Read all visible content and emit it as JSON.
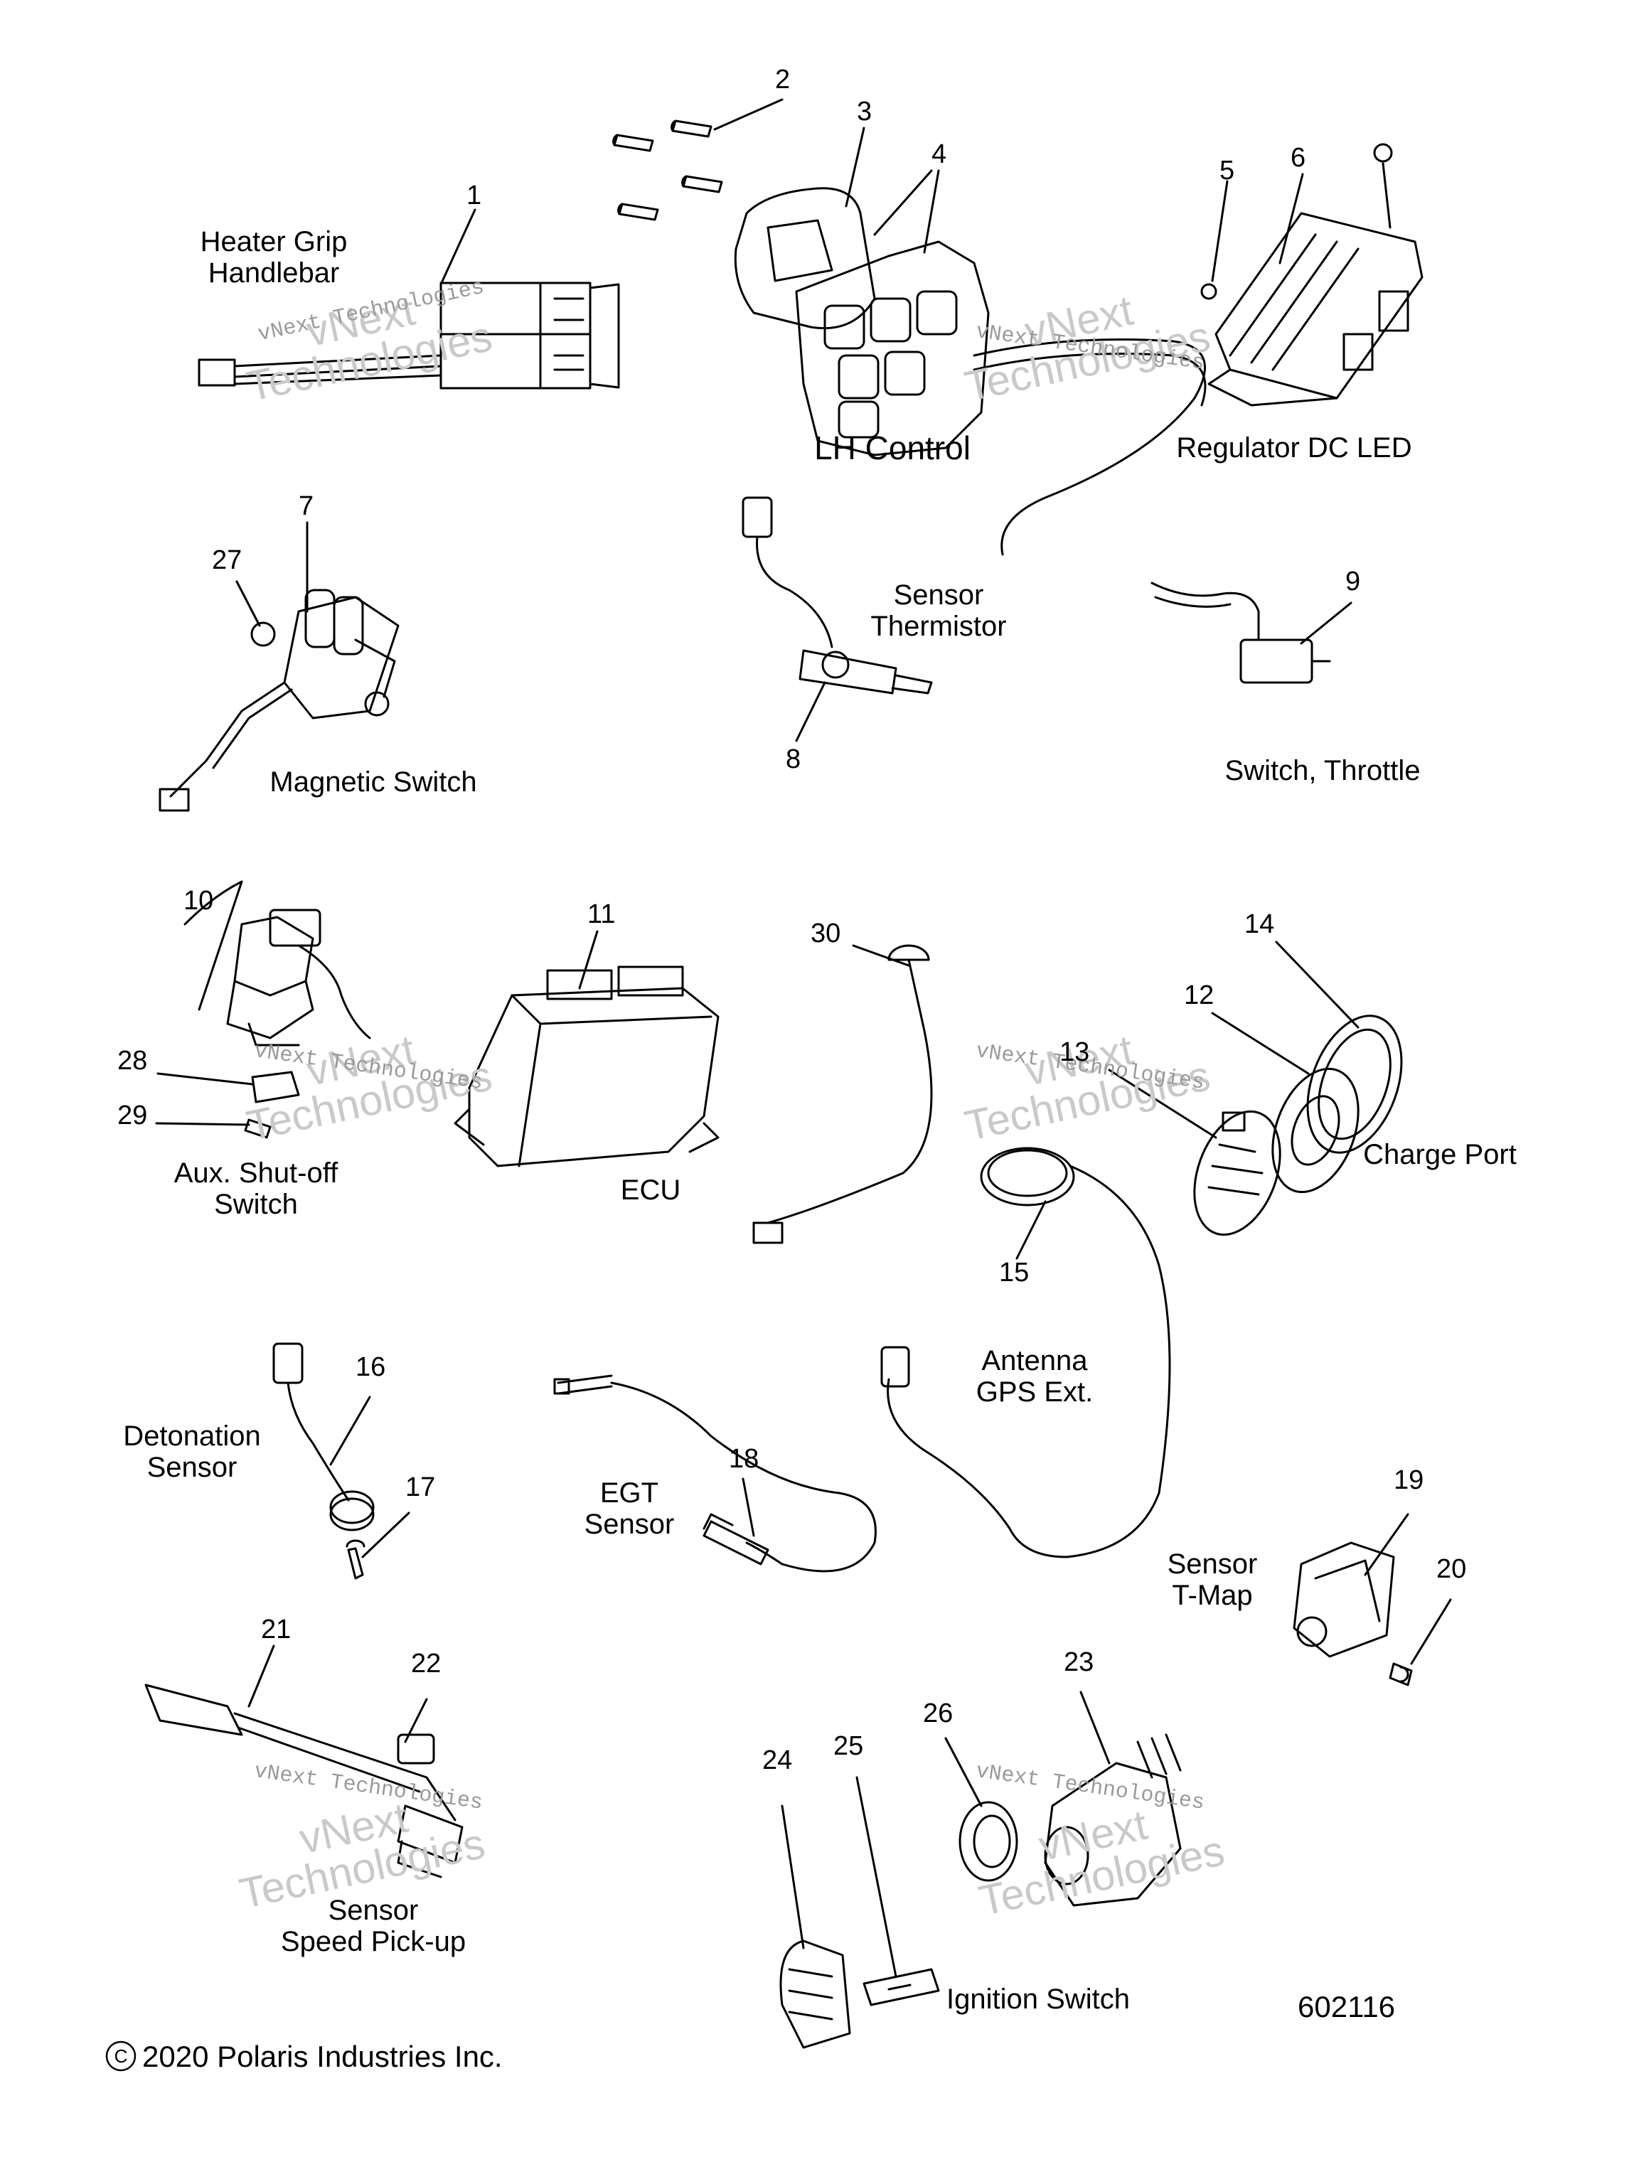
{
  "diagram_id": "602116",
  "copyright": "2020 Polaris Industries Inc.",
  "watermark": {
    "brand_line1": "vNext",
    "brand_line2": "Technologies",
    "small": "vNext Technologies"
  },
  "group_labels": {
    "heater_grip": [
      "Heater Grip",
      "Handlebar"
    ],
    "lh_control": [
      "LH Control"
    ],
    "regulator": [
      "Regulator DC LED"
    ],
    "sensor_thermistor": [
      "Sensor",
      "Thermistor"
    ],
    "magnetic_switch": [
      "Magnetic Switch"
    ],
    "switch_throttle": [
      "Switch, Throttle"
    ],
    "aux_shutoff": [
      "Aux. Shut-off",
      "Switch"
    ],
    "ecu": [
      "ECU"
    ],
    "charge_port": [
      "Charge Port"
    ],
    "antenna": [
      "Antenna",
      "GPS Ext."
    ],
    "detonation": [
      "Detonation",
      "Sensor"
    ],
    "egt": [
      "EGT",
      "Sensor"
    ],
    "tmap": [
      "Sensor",
      "T-Map"
    ],
    "speed_pickup": [
      "Sensor",
      "Speed Pick-up"
    ],
    "ignition": [
      "Ignition Switch"
    ]
  },
  "callouts": [
    "1",
    "2",
    "3",
    "4",
    "5",
    "6",
    "7",
    "8",
    "9",
    "10",
    "11",
    "12",
    "13",
    "14",
    "15",
    "16",
    "17",
    "18",
    "19",
    "20",
    "21",
    "22",
    "23",
    "24",
    "25",
    "26",
    "27",
    "28",
    "29",
    "30"
  ]
}
